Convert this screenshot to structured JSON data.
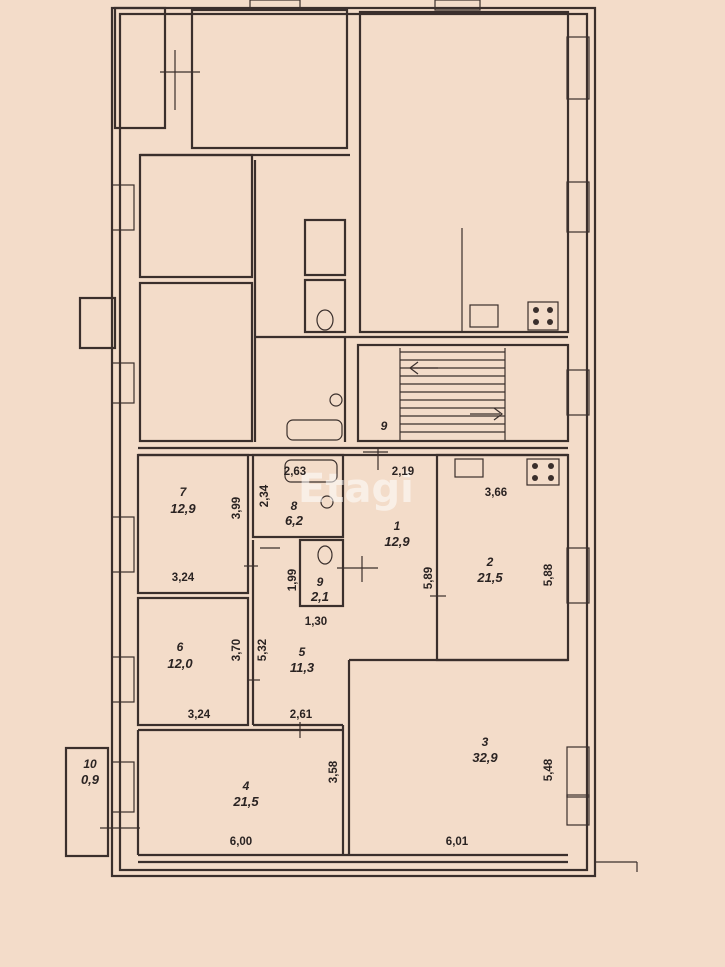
{
  "watermark": "Etagi",
  "rooms": [
    {
      "id": "r1",
      "number": "1",
      "area": "12,9"
    },
    {
      "id": "r2",
      "number": "2",
      "area": "21,5"
    },
    {
      "id": "r3",
      "number": "3",
      "area": "32,9"
    },
    {
      "id": "r4",
      "number": "4",
      "area": "21,5"
    },
    {
      "id": "r5",
      "number": "5",
      "area": "11,3"
    },
    {
      "id": "r6",
      "number": "6",
      "area": "12,0"
    },
    {
      "id": "r7",
      "number": "7",
      "area": "12,9"
    },
    {
      "id": "r8",
      "number": "8",
      "area": "6,2"
    },
    {
      "id": "r9",
      "number": "9",
      "area": "2,1"
    },
    {
      "id": "r10",
      "number": "10",
      "area": "0,9"
    }
  ],
  "stair_label": "9",
  "dimensions": {
    "d_2_63": "2,63",
    "d_2_19": "2,19",
    "d_3_66": "3,66",
    "d_2_34": "2,34",
    "d_3_99": "3,99",
    "d_3_24_a": "3,24",
    "d_1_99": "1,99",
    "d_5_89": "5,89",
    "d_5_88": "5,88",
    "d_1_30": "1,30",
    "d_3_70": "3,70",
    "d_5_32": "5,32",
    "d_3_24_b": "3,24",
    "d_2_61": "2,61",
    "d_5_48": "5,48",
    "d_3_58": "3,58",
    "d_6_00": "6,00",
    "d_6_01": "6,01"
  }
}
